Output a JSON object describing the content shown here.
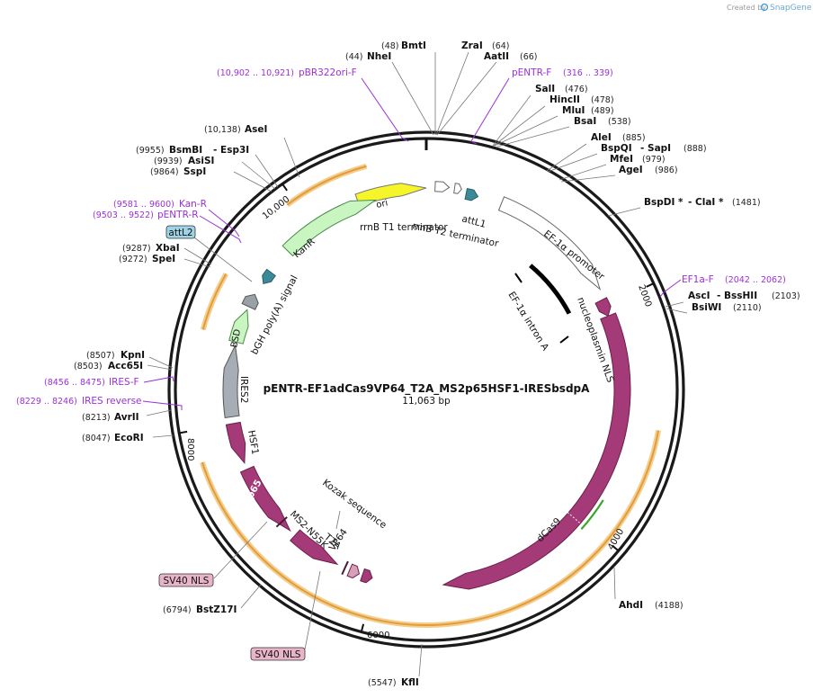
{
  "watermark": {
    "prefix": "Created by",
    "brand": "SnapGene"
  },
  "plasmid": {
    "name": "pENTR-EF1adCas9VP64_T2A_MS2p65HSF1-IRESbsdpA",
    "length": "11,063 bp"
  },
  "ticks": [
    "2000",
    "4000",
    "6000",
    "8000",
    "10,000"
  ],
  "enzymes": [
    {
      "name": "BmtI",
      "pos": "(48)"
    },
    {
      "name": "NheI",
      "pos": "(44)"
    },
    {
      "name": "ZraI",
      "pos": "(64)"
    },
    {
      "name": "AatII",
      "pos": "(66)"
    },
    {
      "name": "SalI",
      "pos": "(476)"
    },
    {
      "name": "HincII",
      "pos": "(478)"
    },
    {
      "name": "MluI",
      "pos": "(489)"
    },
    {
      "name": "BsaI",
      "pos": "(538)"
    },
    {
      "name": "AleI",
      "pos": "(885)"
    },
    {
      "name": "BspQI",
      "pos": "(888)"
    },
    {
      "name": "SapI",
      "pos": ""
    },
    {
      "name": "MfeI",
      "pos": "(979)"
    },
    {
      "name": "AgeI",
      "pos": "(986)"
    },
    {
      "name": "BspDI *",
      "pos": "(1481)"
    },
    {
      "name": "ClaI *",
      "pos": ""
    },
    {
      "name": "AscI",
      "pos": "(2103)"
    },
    {
      "name": "BssHII",
      "pos": ""
    },
    {
      "name": "BsiWI",
      "pos": "(2110)"
    },
    {
      "name": "AhdI",
      "pos": "(4188)"
    },
    {
      "name": "KflI",
      "pos": "(5547)"
    },
    {
      "name": "BstZ17I",
      "pos": "(6794)"
    },
    {
      "name": "EcoRI",
      "pos": "(8047)"
    },
    {
      "name": "AvrII",
      "pos": "(8213)"
    },
    {
      "name": "KpnI",
      "pos": "(8507)"
    },
    {
      "name": "Acc65I",
      "pos": "(8503)"
    },
    {
      "name": "XbaI",
      "pos": "(9287)"
    },
    {
      "name": "SpeI",
      "pos": "(9272)"
    },
    {
      "name": "SspI",
      "pos": "(9864)"
    },
    {
      "name": "AsiSI",
      "pos": "(9939)"
    },
    {
      "name": "BsmBI",
      "pos": "(9955)"
    },
    {
      "name": "Esp3I",
      "pos": ""
    },
    {
      "name": "AseI",
      "pos": "(10,138)"
    }
  ],
  "primers": [
    {
      "name": "pBR322ori-F",
      "range": "(10,902 .. 10,921)"
    },
    {
      "name": "pENTR-F",
      "range": "(316 .. 339)"
    },
    {
      "name": "EF1a-F",
      "range": "(2042 .. 2062)"
    },
    {
      "name": "Kan-R",
      "range": "(9581 .. 9600)"
    },
    {
      "name": "pENTR-R",
      "range": "(9503 .. 9522)"
    },
    {
      "name": "IRES-F",
      "range": "(8456 .. 8475)"
    },
    {
      "name": "IRES reverse",
      "range": "(8229 .. 8246)"
    }
  ],
  "features": {
    "ori": "ori",
    "rrnb_t1": "rrnB T1 terminator",
    "rrnb_t2": "rrnB T2 terminator",
    "attl1": "attL1",
    "attl2": "attL2",
    "kanr": "KanR",
    "bgh": "bGH poly(A) signal",
    "bsd": "BSD",
    "ires2": "IRES2",
    "hsf1": "HSF1",
    "p65": "p65",
    "ms2": "MS2-N55K",
    "t2a": "T2A",
    "vp64": "VP64",
    "kozak": "Kozak sequence",
    "dcas9": "dCas9",
    "np_nls": "nucleoplasmin NLS",
    "ef1a_promoter": "EF-1α promoter",
    "ef1a_intron": "EF-1α intron A",
    "sv40_nls_1": "SV40 NLS",
    "sv40_nls_2": "SV40 NLS"
  },
  "colors": {
    "backbone": "#1a1a1a",
    "orf": "#a53a78",
    "orf_stroke": "#6b1f4b",
    "ori": "#f5f52a",
    "marker": "#c8f5c0",
    "terminator": "#ffffff",
    "poly_a": "#9aa0a8",
    "ires": "#a7adb5",
    "att": "#3a8a98",
    "att_box": "#9fd4e6",
    "nls_box": "#e8b5c8",
    "orange": "#e39b3c",
    "primer": "#9b30d9",
    "intron": "#000000",
    "green": "#3aa62a",
    "snapgene": "#3a9bd5"
  }
}
